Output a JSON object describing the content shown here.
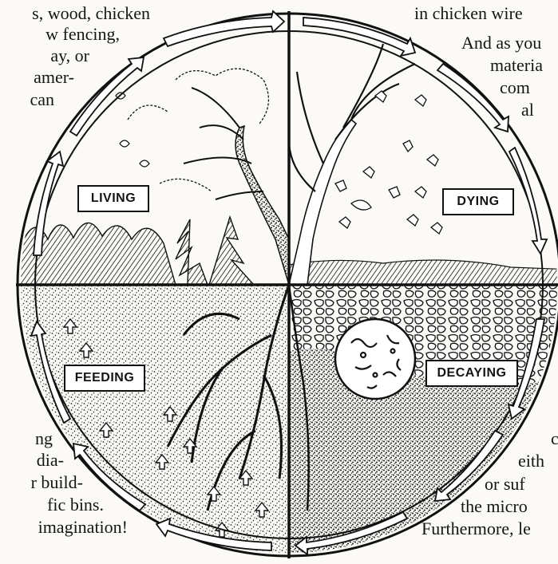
{
  "left_text": [
    "s, wood, chicken",
    "w fencing,",
    "ay, or",
    "amer-",
    "can",
    "ng",
    "dia-",
    "r build-",
    "fic bins.",
    "imagination!"
  ],
  "right_text": [
    "in chicken wire",
    "And as you",
    "materia",
    "com",
    "al",
    "c",
    "eith",
    "or suf",
    "the micro",
    "Furthermore, le"
  ],
  "quadrants": {
    "living": "LIVING",
    "dying": "DYING",
    "feeding": "FEEDING",
    "decaying": "DECAYING"
  },
  "colors": {
    "ink": "#111111",
    "paper": "#fbfaf6"
  }
}
